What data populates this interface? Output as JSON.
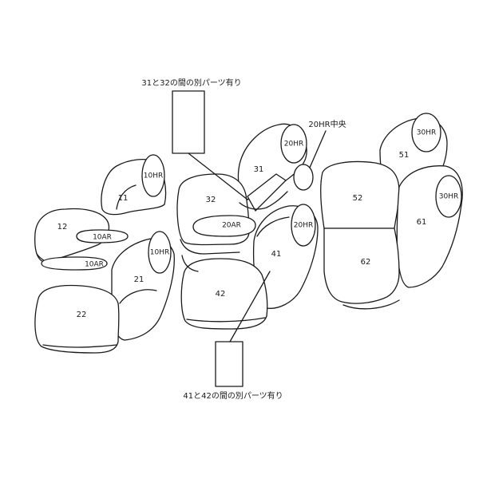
{
  "notes": {
    "top": "31と32の間の別パーツ有り",
    "bottom": "41と42の間の別パーツ有り",
    "center_headrest": "20HR中央"
  },
  "labels": {
    "s11": "11",
    "s12": "12",
    "s10ar_top": "10AR",
    "s10ar_bottom": "10AR",
    "s10hr_top": "10HR",
    "s10hr_bottom": "10HR",
    "s21": "21",
    "s22": "22",
    "s31": "31",
    "s32": "32",
    "s20ar": "20AR",
    "s20hr_top": "20HR",
    "s20hr_bottom": "20HR",
    "s41": "41",
    "s42": "42",
    "s51": "51",
    "s52": "52",
    "s61": "61",
    "s62": "62",
    "s30hr_top": "30HR",
    "s30hr_bottom": "30HR"
  }
}
